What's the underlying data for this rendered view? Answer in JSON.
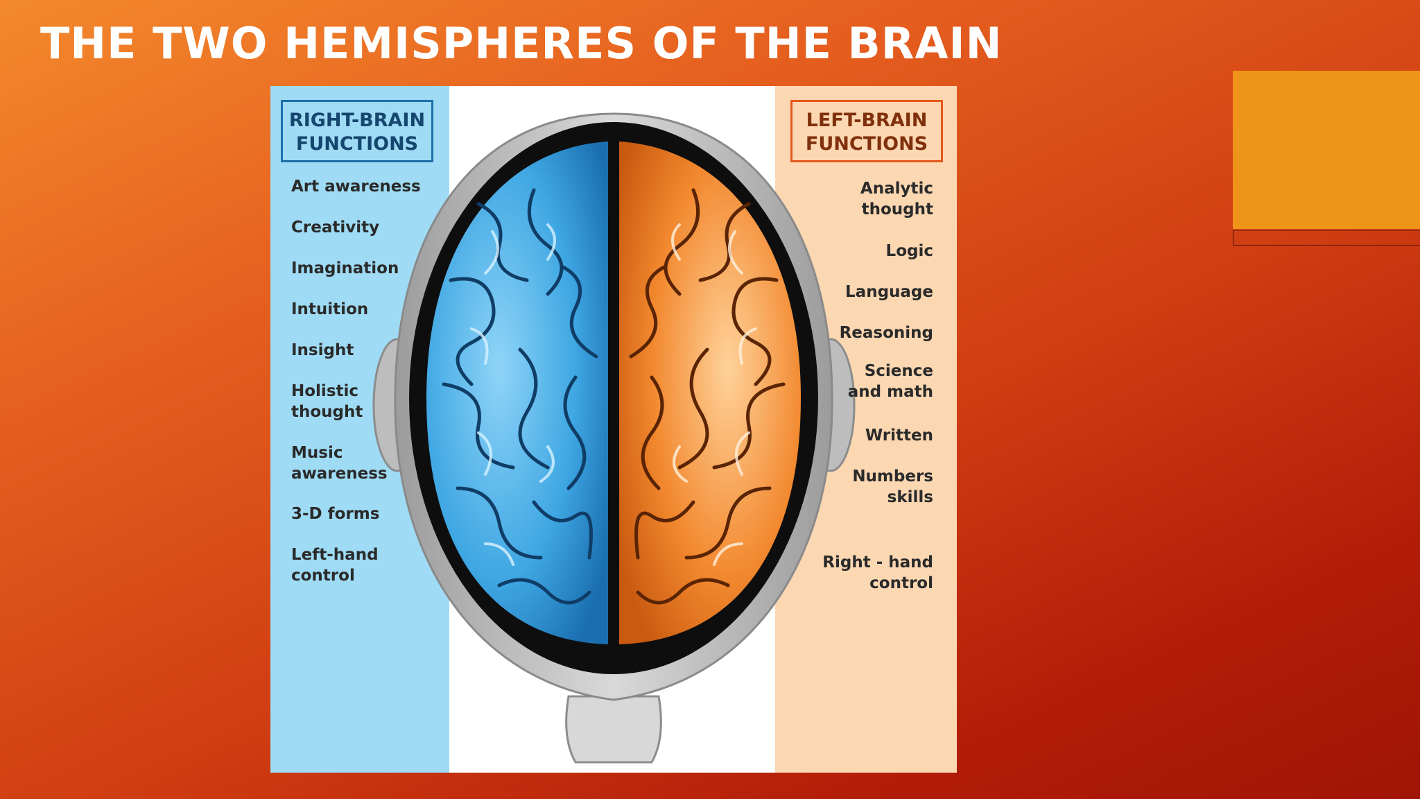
{
  "slide": {
    "title": "THE TWO HEMISPHERES OF THE BRAIN"
  },
  "figure": {
    "right_brain": {
      "heading_line1": "RIGHT-BRAIN",
      "heading_line2": "FUNCTIONS",
      "color": "#9fdbf4",
      "functions": [
        "Art awareness",
        "Creativity",
        "Imagination",
        "Intuition",
        "Insight",
        "Holistic\nthought",
        "Music\nawareness",
        "3-D forms",
        "Left-hand\ncontrol"
      ]
    },
    "left_brain": {
      "heading_line1": "LEFT-BRAIN",
      "heading_line2": "FUNCTIONS",
      "color": "#fbd7b2",
      "functions": [
        "Analytic\nthought",
        "Logic",
        "Language",
        "Reasoning",
        "Science\nand math",
        "Written",
        "Numbers\nskills",
        "Right - hand\ncontrol"
      ]
    },
    "hemisphere_colors": {
      "right_brain": "#3fa7e3",
      "left_brain": "#f2882e"
    }
  },
  "theme": {
    "accent": "#ee9419",
    "title_color": "#ffffff"
  }
}
